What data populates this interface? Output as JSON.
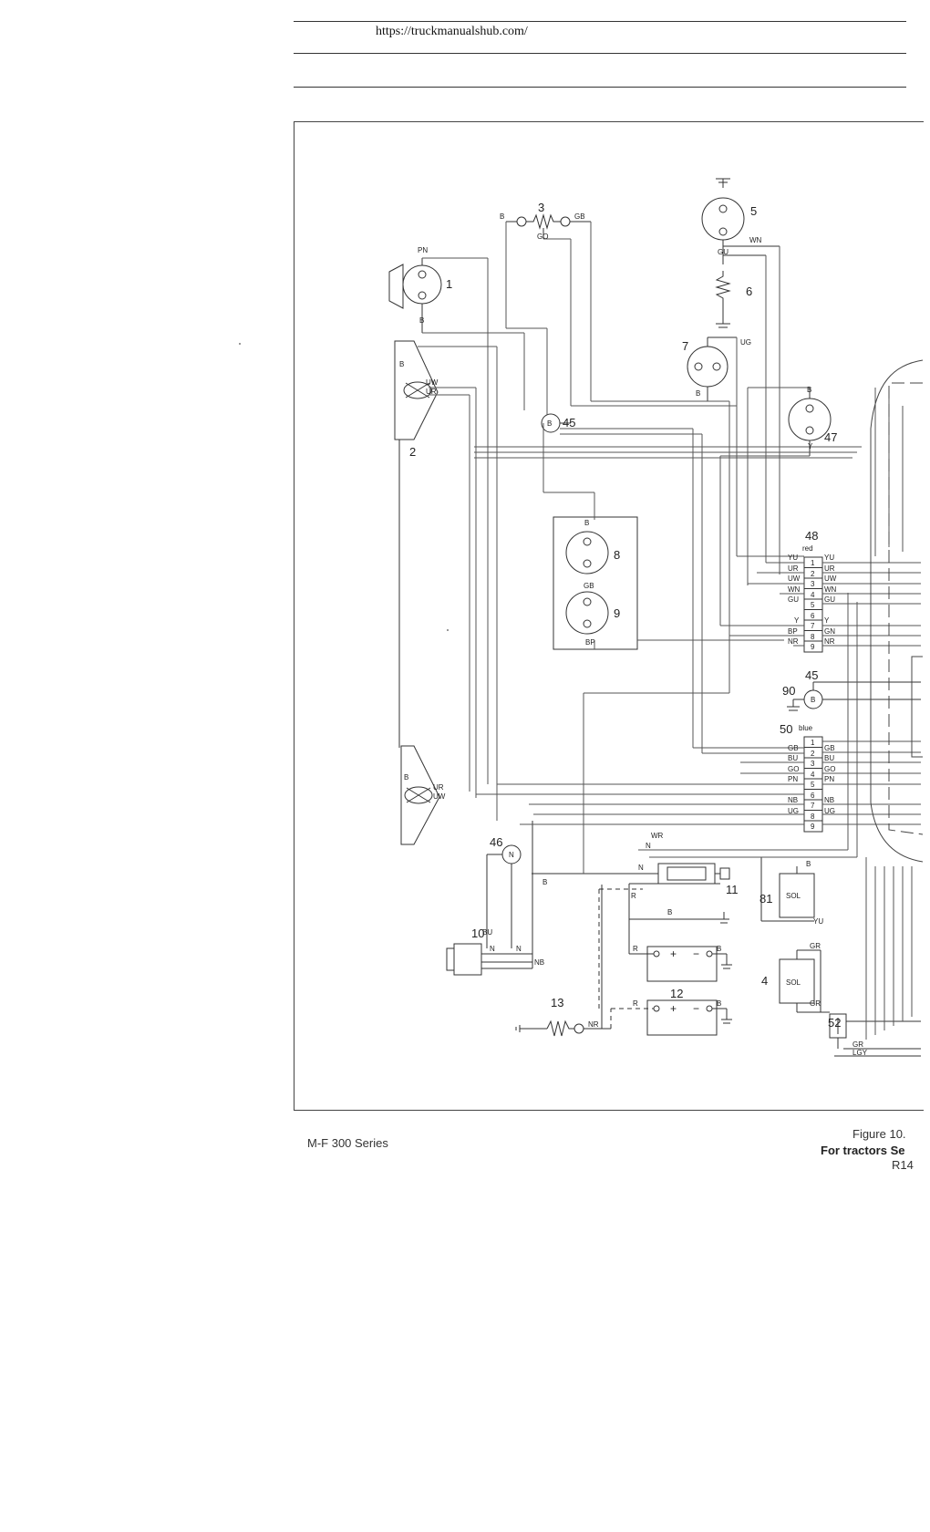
{
  "header": {
    "url": "https://truckmanualshub.com/"
  },
  "footer": {
    "series": "M-F 300 Series",
    "figure": "Figure 10.",
    "subtitle": "For tractors Se",
    "code": "R14"
  },
  "diagram": {
    "component_numbers": [
      "1",
      "2",
      "3",
      "4",
      "5",
      "6",
      "7",
      "8",
      "9",
      "10",
      "11",
      "12",
      "13",
      "45",
      "45",
      "46",
      "47",
      "48",
      "50",
      "52",
      "81",
      "90"
    ],
    "connector_48": {
      "number": "48",
      "color_label": "red",
      "pins": [
        "1",
        "2",
        "3",
        "4",
        "5",
        "6",
        "7",
        "8",
        "9"
      ],
      "left_wires": [
        "YU",
        "UR",
        "UW",
        "WN",
        "GU",
        "",
        "Y",
        "BP",
        "NR"
      ],
      "right_wires": [
        "YU",
        "UR",
        "UW",
        "WN",
        "GU",
        "",
        "Y",
        "GN",
        "NR"
      ]
    },
    "connector_50": {
      "number": "50",
      "color_label": "blue",
      "pins": [
        "1",
        "2",
        "3",
        "4",
        "5",
        "6",
        "7",
        "8",
        "9"
      ],
      "left_wires": [
        "",
        "GB",
        "BU",
        "GO",
        "PN",
        "",
        "NB",
        "UG",
        ""
      ],
      "right_wires": [
        "",
        "GB",
        "BU",
        "GO",
        "PN",
        "",
        "NB",
        "UG",
        ""
      ]
    },
    "wire_labels": {
      "horn_top": "PN",
      "horn_bottom": "B",
      "res3_left": "B",
      "res3_right": "GB",
      "res3_bottom": "GO",
      "lamp5_right": "WN",
      "lamp5_bottom": "GU",
      "lamp7_right": "UG",
      "lamp7_bottom": "B",
      "light2_a": "B",
      "light2_b": "UW",
      "light2_c": "UR",
      "light_low_a": "B",
      "light_low_b": "UR",
      "light_low_c": "UW",
      "switch45_center": "B",
      "lamp47_top": "B",
      "lamp47_bottom": "Y",
      "gauge8_top": "B",
      "gauge9_top": "GB",
      "gauge9_bottom": "BP",
      "ind46_center": "N",
      "sender10_a": "BU",
      "sender10_b": "N",
      "sender10_c": "N",
      "sender10_d": "NB",
      "starter_top": "WR",
      "starter_n1": "N",
      "starter_n2": "N",
      "starter_r": "R",
      "starter_b1": "B",
      "starter_b2": "B",
      "sol81_top": "B",
      "sol81_bottom": "YU",
      "sol81_label": "SOL",
      "sol4_top": "GR",
      "sol4_bottom": "GR",
      "sol4_label": "SOL",
      "bat_a_r": "R",
      "bat_a_b": "B",
      "bat_b_r": "R",
      "bat_b_b": "B",
      "res13_right": "NR",
      "diode52_a": "GR",
      "diode52_b": "LGY",
      "ground90_center": "B"
    }
  }
}
